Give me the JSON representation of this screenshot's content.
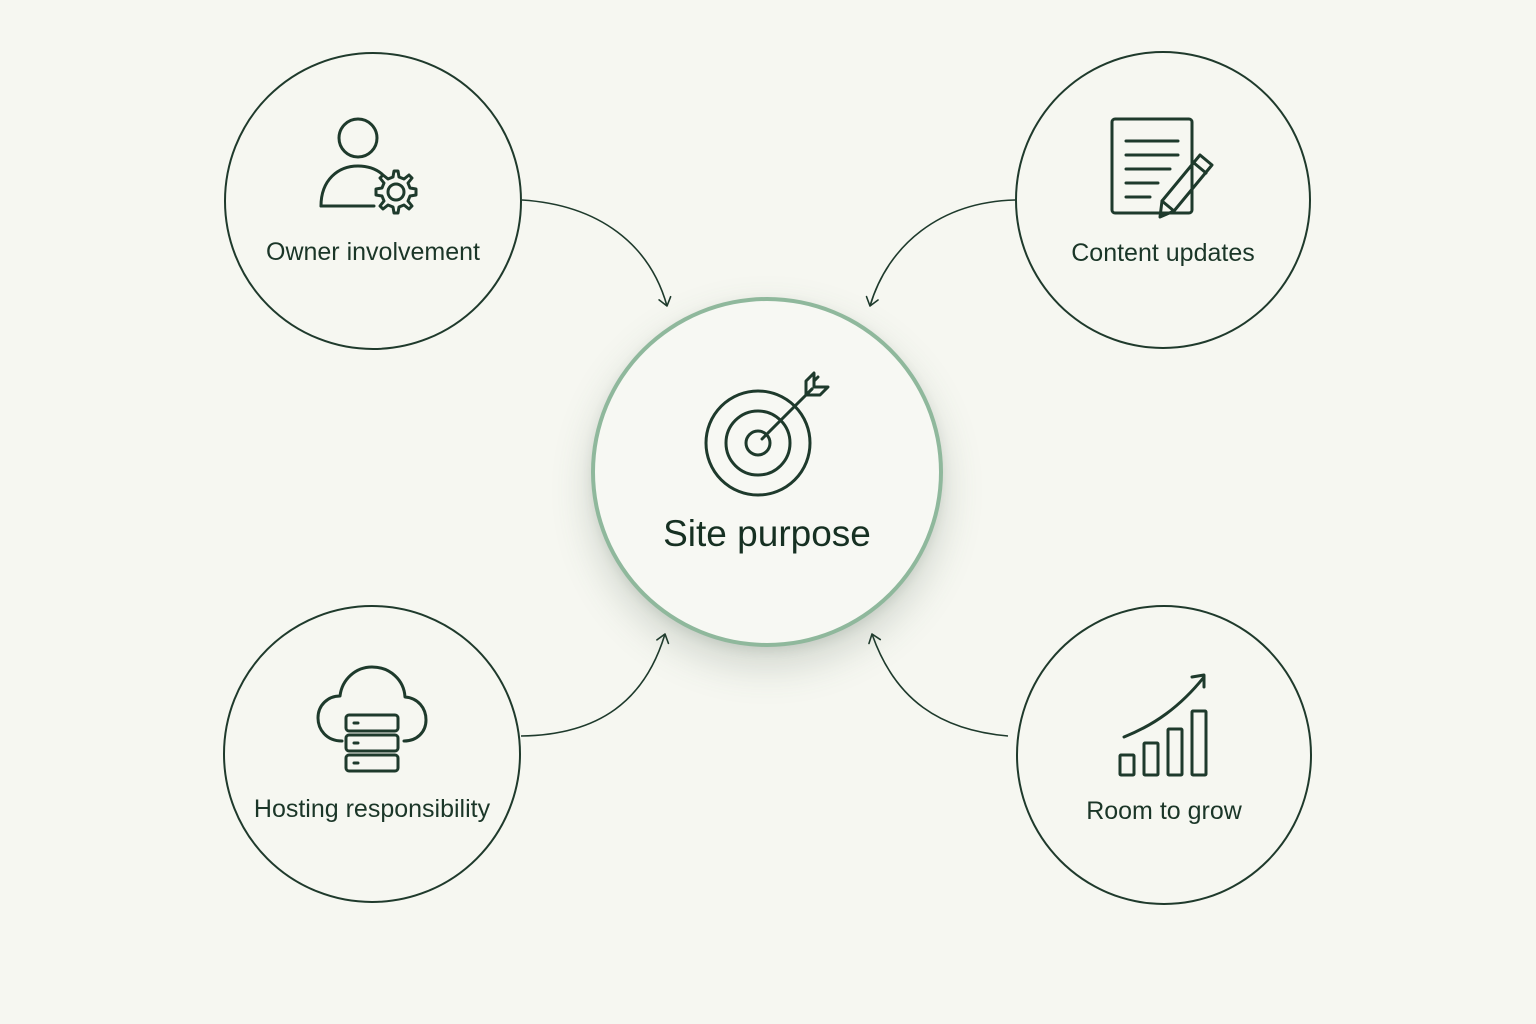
{
  "center": {
    "label": "Site purpose",
    "icon": "target-arrow-icon",
    "border_color": "#8fb89c"
  },
  "factors": [
    {
      "label": "Owner involvement",
      "icon": "user-gear-icon"
    },
    {
      "label": "Content updates",
      "icon": "document-pencil-icon"
    },
    {
      "label": "Hosting responsibility",
      "icon": "cloud-server-icon"
    },
    {
      "label": "Room to grow",
      "icon": "growth-chart-icon"
    }
  ],
  "colors": {
    "background": "#f6f7f1",
    "stroke": "#1e3a2c",
    "accent": "#8fb89c"
  }
}
